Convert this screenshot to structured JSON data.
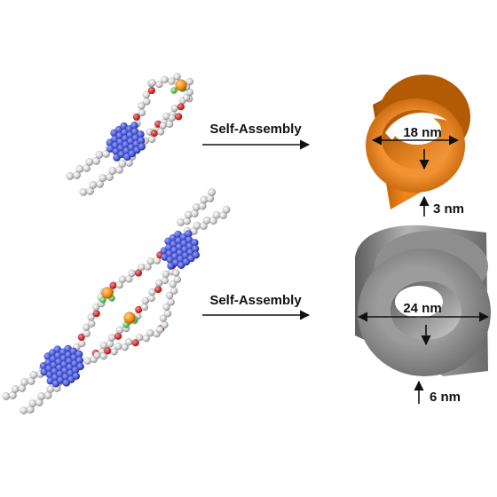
{
  "rows": [
    {
      "arrow_label": "Self-Assembly",
      "tube": {
        "diameter_label": "18 nm",
        "wall_label": "3 nm",
        "color": "#e07a0c"
      }
    },
    {
      "arrow_label": "Self-Assembly",
      "tube": {
        "diameter_label": "24 nm",
        "wall_label": "6 nm",
        "color": "#8a8a8a"
      }
    }
  ],
  "atom_colors": {
    "core": "#4a5ad8",
    "carbon": "#cfcfcf",
    "oxygen": "#d01818",
    "nitrogen_link": "#33c233",
    "metal": "#f08a10"
  }
}
